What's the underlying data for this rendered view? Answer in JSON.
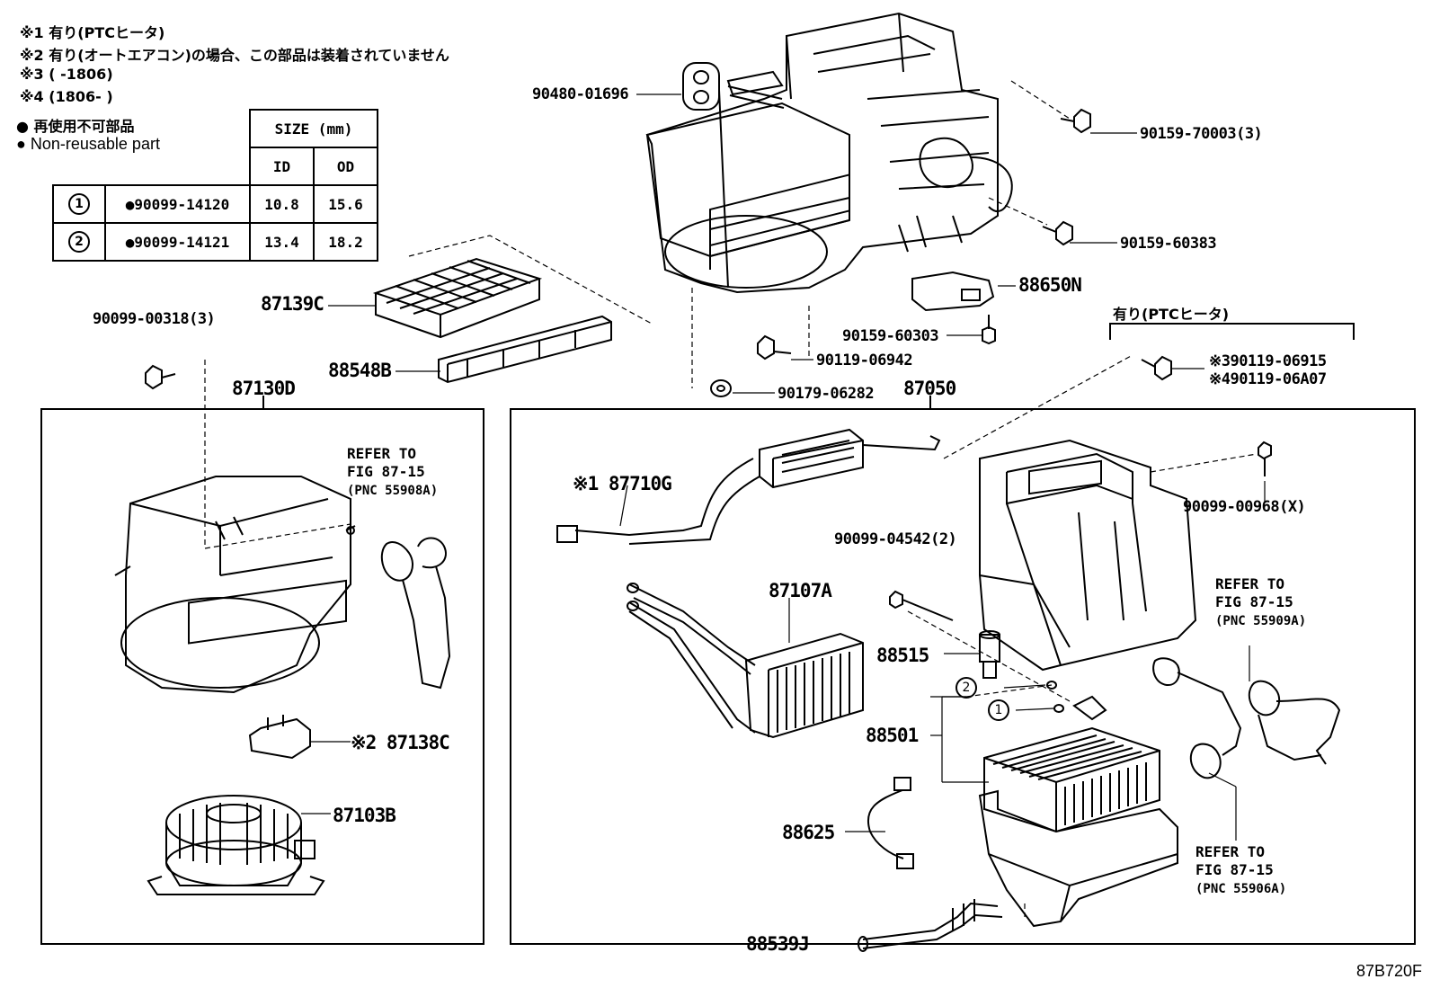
{
  "notes": {
    "n1": "※1 有り(PTCヒータ)",
    "n2": "※2 有り(オートエアコン)の場合、この部品は装着されていません",
    "n3": "※3 (      -1806)",
    "n4": "※4 (1806-      )",
    "nonreuse_jp": "● 再使用不可部品",
    "nonreuse_en": "● Non-reusable part"
  },
  "size_table": {
    "header": "SIZE (mm)",
    "col_id": "ID",
    "col_od": "OD",
    "rows": [
      {
        "mark": "1",
        "part": "●90099-14120",
        "id": "10.8",
        "od": "15.6"
      },
      {
        "mark": "2",
        "part": "●90099-14121",
        "id": "13.4",
        "od": "18.2"
      }
    ]
  },
  "labels": {
    "p90480": "90480-01696",
    "p90159_70003": "90159-70003(3)",
    "p90159_60383": "90159-60383",
    "p88650N": "88650N",
    "p90159_60303": "90159-60303",
    "p90119_06942": "90119-06942",
    "p90179_06282": "90179-06282",
    "p87139C": "87139C",
    "p88548B": "88548B",
    "p90099_00318": "90099-00318(3)",
    "p87130D": "87130D",
    "p87050": "87050",
    "ptc_header": "有り(PTCヒータ)",
    "p90119_06915": "※390119-06915",
    "p90119_06A07": "※490119-06A07",
    "p87710G": "※1 87710G",
    "p90099_00968": "90099-00968(X)",
    "p90099_04542": "90099-04542(2)",
    "p87107A": "87107A",
    "p88515": "88515",
    "p88501": "88501",
    "p88625": "88625",
    "p88539J": "88539J",
    "p87138C": "※2 87138C",
    "p87103B": "87103B",
    "callout1": "1",
    "callout2": "2"
  },
  "refs": [
    {
      "line1": "REFER TO",
      "line2": "FIG 87-15",
      "line3": "(PNC 55908A)"
    },
    {
      "line1": "REFER TO",
      "line2": "FIG 87-15",
      "line3": "(PNC 55909A)"
    },
    {
      "line1": "REFER TO",
      "line2": "FIG 87-15",
      "line3": "(PNC 55906A)"
    }
  ],
  "figure_code": "87B720F"
}
